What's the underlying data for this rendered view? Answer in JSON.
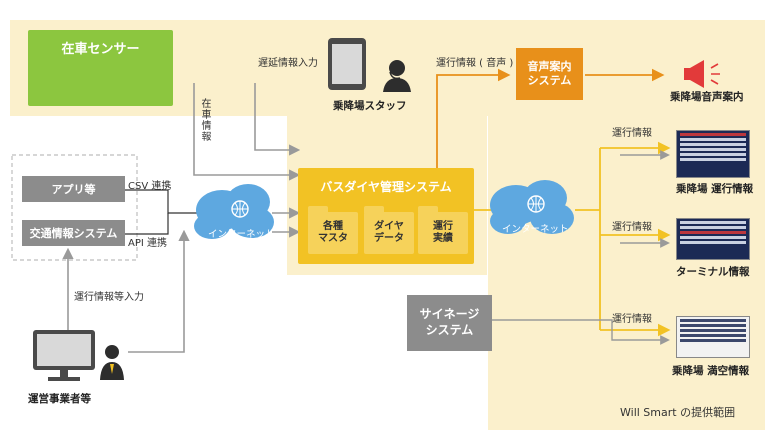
{
  "sensor": {
    "title": "在車センサー"
  },
  "staff": {
    "label": "乗降場スタッフ"
  },
  "voice_system": {
    "label": "音声案内\nシステム"
  },
  "platform_voice": {
    "label": "乗降場音声案内"
  },
  "app_box": {
    "label": "アプリ等"
  },
  "transit_box": {
    "label": "交通情報システム"
  },
  "core": {
    "title": "バスダイヤ管理システム",
    "folders": [
      {
        "label": "各種\nマスタ"
      },
      {
        "label": "ダイヤ\nデータ"
      },
      {
        "label": "運行\n実績"
      }
    ]
  },
  "internet_left": {
    "label": "インターネット"
  },
  "internet_right": {
    "label": "インターネット"
  },
  "signage": {
    "label": "サイネージ\nシステム"
  },
  "operator": {
    "label": "運営事業者等"
  },
  "outputs": {
    "platform_run": "乗降場 運行情報",
    "terminal": "ターミナル情報",
    "platform_vacancy": "乗降場 満空情報"
  },
  "edge_labels": {
    "delay_input": "遅延情報入力",
    "in_vehicle": "在車情報",
    "run_info_voice": "運行情報 ( 音声 )",
    "csv": "CSV 連携",
    "api": "API 連携",
    "run_info_1": "運行情報",
    "run_info_2": "運行情報",
    "run_info_3": "運行情報",
    "run_info_input": "運行情報等入力"
  },
  "footer": {
    "scope": "Will Smart の提供範囲"
  },
  "colors": {
    "band": "#fbf0cc",
    "green": "#8cc63f",
    "orange": "#e8901a",
    "core_yellow": "#f2c224",
    "gray": "#8c8c8c",
    "cloud": "#5ea8e0",
    "arrow_yellow": "#f2c224",
    "arrow_gray": "#9a9a9a"
  }
}
